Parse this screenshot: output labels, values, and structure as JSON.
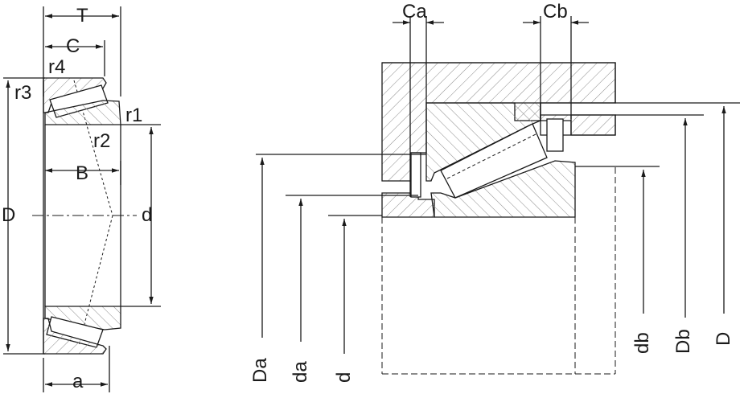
{
  "left_view": {
    "labels": {
      "T": "T",
      "C": "C",
      "r4": "r4",
      "r3": "r3",
      "r1": "r1",
      "r2": "r2",
      "B": "B",
      "D": "D",
      "d": "d",
      "a": "a"
    }
  },
  "right_view": {
    "labels": {
      "Ca": "Ca",
      "Cb": "Cb",
      "Da": "Da",
      "da": "da",
      "d": "d",
      "db": "db",
      "Db": "Db",
      "D": "D"
    }
  },
  "colors": {
    "line": "#1a1a1a",
    "hatch": "#9a9a9a"
  }
}
